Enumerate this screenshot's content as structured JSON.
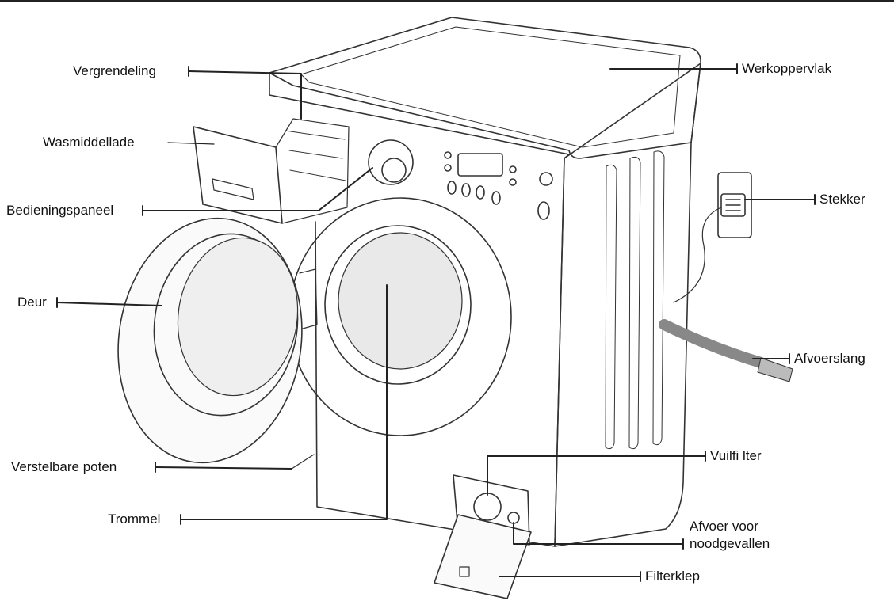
{
  "labels": {
    "vergrendeling": "Vergrendeling",
    "wasmiddellade": "Wasmiddellade",
    "bedieningspaneel": "Bedieningspaneel",
    "deur": "Deur",
    "verstelbare_poten": "Verstelbare poten",
    "trommel": "Trommel",
    "werkoppervlak": "Werkoppervlak",
    "stekker": "Stekker",
    "afvoerslang": "Afvoerslang",
    "vuilfilter": "Vuilfi lter",
    "afvoer_noodgevallen_line1": "Afvoer voor",
    "afvoer_noodgevallen_line2": "noodgevallen",
    "filterklep": "Filterklep"
  }
}
